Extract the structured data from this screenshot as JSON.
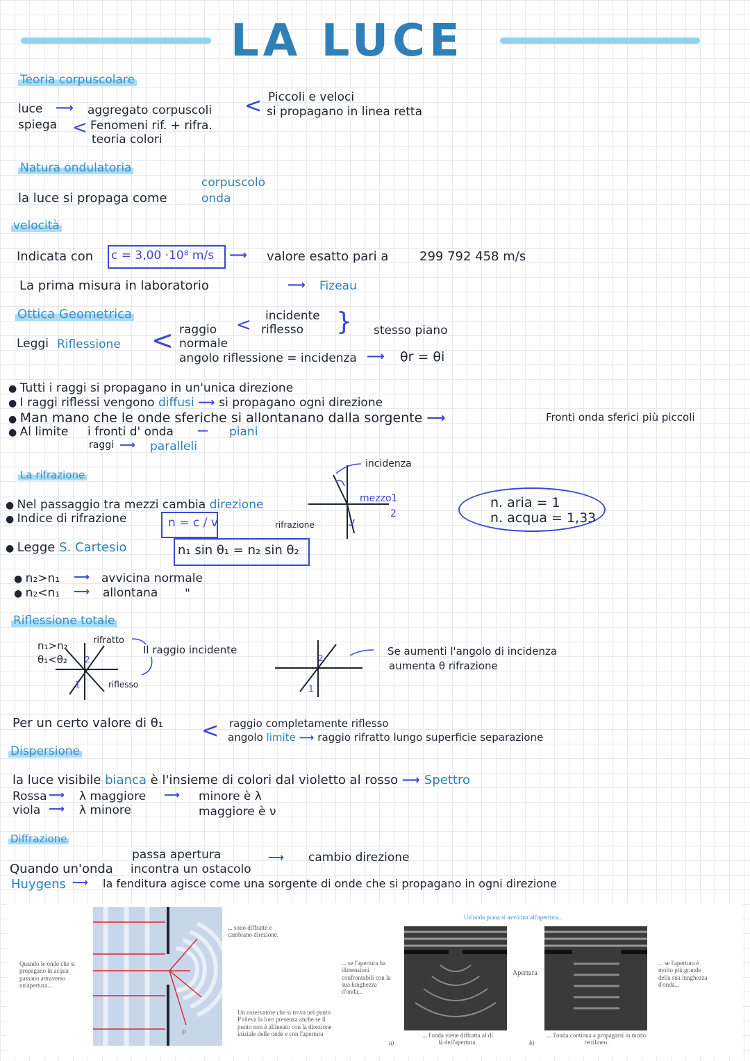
{
  "title": "LA LUCE",
  "s1": {
    "heading": "Teoria corpuscolare",
    "luce": "luce",
    "spiega": "spiega",
    "aggregato": "aggregato corpuscoli",
    "piccoli": "Piccoli e veloci",
    "propagano": "si propagano in linea retta",
    "fenomeni": "Fenomeni rif. + rifra.",
    "teoria": "teoria colori"
  },
  "s2": {
    "heading": "Natura ondulatoria",
    "corpuscolo": "corpuscolo",
    "line": "la luce si propaga come",
    "onda": "onda"
  },
  "s3": {
    "heading": "velocità",
    "indicata": "Indicata con",
    "c_val": "c = 3,00 ·10⁸ m/s",
    "valore": "valore esatto pari a",
    "esatto": "299 792 458 m/s",
    "prima": "La prima misura in laboratorio",
    "fizeau": "Fizeau"
  },
  "s4": {
    "heading": "Ottica Geometrica",
    "leggi": "Leggi",
    "riflessione": "Riflessione",
    "raggio": "raggio",
    "incidente": "incidente",
    "riflesso": "riflesso",
    "stesso": "stesso piano",
    "normale": "normale",
    "angolo": "angolo riflessione = incidenza",
    "theta": "θr = θi"
  },
  "bullets": {
    "b1": "Tutti i raggi si propagano in un'unica direzione",
    "b2a": "I raggi riflessi vengono",
    "b2b": "diffusi",
    "b2c": "si propagano ogni direzione",
    "b3a": "Man mano che le onde sferiche si allontanano dalla sorgente",
    "b3b": "Fronti onda sferici più piccoli",
    "b4a": "Al limite",
    "b4b": "i fronti d' onda",
    "b4c": "piani",
    "b4d": "raggi",
    "b4e": "paralleli"
  },
  "s5": {
    "heading": "La rifrazione",
    "incidenza": "incidenza",
    "mezzo1": "mezzo1",
    "mezzo2": "2",
    "rifrazione": "rifrazione",
    "b1a": "Nel passaggio tra mezzi cambia",
    "b1b": "direzione",
    "b2": "Indice di rifrazione",
    "n_formula": "n = c / v",
    "legge": "Legge",
    "cartesio": "S. Cartesio",
    "snell": "n₁ sin θ₁ = n₂ sin θ₂",
    "aria": "n. aria = 1",
    "acqua": "n. acqua = 1,33",
    "c1": "n₂>n₁",
    "c2": "n₂<n₁",
    "avvicina": "avvicina normale",
    "allontana": "allontana",
    "ditto": "\""
  },
  "s6": {
    "heading": "Riflessione totale",
    "cond1": "n₁>n₂",
    "cond2": "θ₁<θ₂",
    "rifratto": "rifratto",
    "raggio_inc": "Il raggio incidente",
    "riflesso": "riflesso",
    "se": "Se aumenti l'angolo di incidenza",
    "aumenta": "aumenta θ rifrazione",
    "per": "Per un certo valore di θ₁",
    "completamente": "raggio completamente riflesso",
    "angolo": "angolo",
    "limite": "limite",
    "rifratto_lungo": "raggio rifratto lungo superficie separazione",
    "num1": "1",
    "num2": "2"
  },
  "s7": {
    "heading": "Dispersione",
    "l1a": "la luce visibile",
    "bianca": "bianca",
    "l1b": "è l'insieme di colori dal violetto al rosso",
    "spettro": "Spettro",
    "rossa": "Rossa",
    "viola": "viola",
    "lmag": "λ maggiore",
    "lmin": "λ minore",
    "minore": "minore è λ",
    "maggiore": "maggiore è ν"
  },
  "s8": {
    "heading": "Diffrazione",
    "passa": "passa apertura",
    "quando": "Quando un'onda",
    "incontra": "incontra un ostacolo",
    "cambio": "cambio direzione",
    "huygens": "Huygens",
    "fenditura": "la fenditura agisce come una sorgente di onde che si propagano in ogni direzione"
  },
  "figure": {
    "cap_left": "Quando le onde che si propagano in acqua passano attraverso un'apertura...",
    "cap_top": "... sono diffratte e cambiano direzione.",
    "cap_obs": "Un osservatore che si trova nel punto P rileva la loro presenza anche se il punto non è allineato con la direzione iniziale delle onde e con l'apertura",
    "p": "P",
    "cap_plane": "Un'onda piana si avvicina all'apertura...",
    "cap_a": "... se l'apertura ha dimensioni confrontabili con la sua lunghezza d'onda...",
    "cap_apertura": "Apertura",
    "cap_b": "... se l'apertura è molto più grande della sua lunghezza d'onda...",
    "cap_diff": "... l'onda viene diffratta al di là dell'apertura.",
    "cap_rett": "... l'onda continua a propagarsi in modo rettilineo.",
    "a": "a)",
    "b": "b)"
  }
}
